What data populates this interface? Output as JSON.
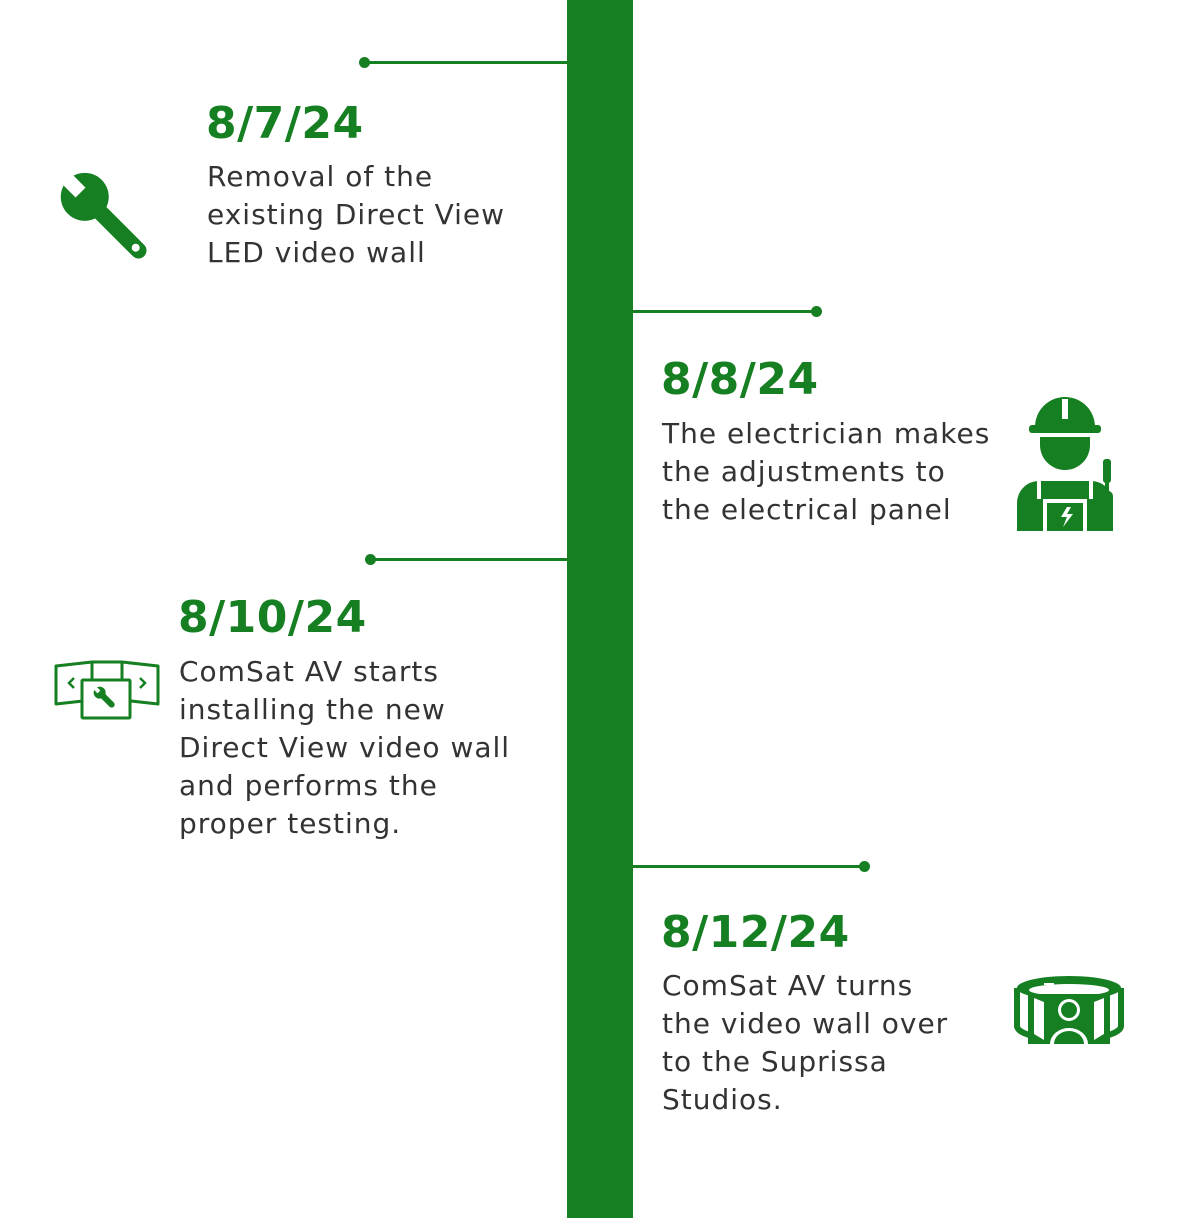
{
  "colors": {
    "accent": "#167f22",
    "text": "#333333"
  },
  "events": [
    {
      "date": "8/7/24",
      "lines": [
        "Removal of the",
        "existing Direct View",
        "LED video wall"
      ],
      "icon": "wrench-icon"
    },
    {
      "date": "8/8/24",
      "lines": [
        "The electrician makes",
        "the adjustments to",
        "the electrical panel"
      ],
      "icon": "electrician-icon"
    },
    {
      "date": "8/10/24",
      "lines": [
        "ComSat AV starts",
        "installing the new",
        "Direct View video wall",
        "and performs the",
        "proper testing."
      ],
      "icon": "video-wall-install-icon"
    },
    {
      "date": "8/12/24",
      "lines": [
        "ComSat AV turns",
        "the video wall over",
        "to the Suprissa",
        "Studios."
      ],
      "icon": "studio-presenter-icon"
    }
  ]
}
